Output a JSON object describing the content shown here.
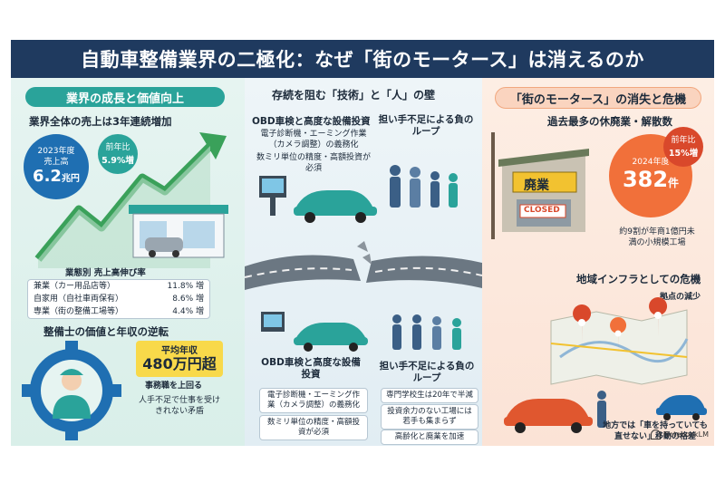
{
  "title": "自動車整備業界の二極化：なぜ「街のモータース」は消えるのか",
  "left": {
    "header": "業界の成長と価値向上",
    "subhead": "業界全体の売上は3年連続増加",
    "revenue": {
      "line1": "2023年度",
      "line2": "売上高",
      "value": "6.2",
      "unit": "兆円"
    },
    "yoy": {
      "line1": "前年比",
      "line2": "5.9%増"
    },
    "table_title": "業態別 売上高伸び率",
    "rows": [
      {
        "label": "兼業（カー用品店等）",
        "value": "11.8% 増"
      },
      {
        "label": "自家用（自社車両保有）",
        "value": "8.6% 増"
      },
      {
        "label": "専業（街の整備工場等）",
        "value": "4.4% 増"
      }
    ],
    "mechanic_head": "整備士の価値と年収の逆転",
    "salary": {
      "label": "平均年収",
      "value": "480万円超"
    },
    "salary_note": "事務職を上回る",
    "mismatch": "人手不足で仕事を受けきれない矛盾"
  },
  "middle": {
    "header": "存続を阻む「技術」と「人」の壁",
    "top_tech": {
      "title": "OBD車検と高度な設備投資",
      "line1": "電子診断機・エーミング作業（カメラ調整）の義務化",
      "line2": "数ミリ単位の精度・高額投資が必須"
    },
    "top_people": {
      "title": "担い手不足による負のループ"
    },
    "bottom_tech": {
      "title": "OBD車検と高度な設備投資",
      "box1": "電子診断機・エーミング作業（カメラ調整）の義務化",
      "box2": "数ミリ単位の精度・高額投資が必須"
    },
    "bottom_people": {
      "title": "担い手不足による負のループ",
      "box1": "専門学校生は20年で半減",
      "box2": "投資余力のない工場には若手も集まらず",
      "box3": "高齢化と廃業を加速"
    },
    "closed_sign": "CLOSED"
  },
  "right": {
    "header": "「街のモータース」の消失と危機",
    "subhead": "過去最多の休廃業・解散数",
    "count": {
      "year": "2024年度",
      "value": "382",
      "unit": "件"
    },
    "yoy": {
      "line1": "前年比",
      "line2": "15%増"
    },
    "note": "約9割が年商1億円未満の小規模工場",
    "shop_sign": "廃業",
    "infra_head": "地域インフラとしての危機",
    "bases": "拠点の減少",
    "gap": "地方では「車を持っていても直せない」移動の格差"
  },
  "watermark": "NotebookLM",
  "colors": {
    "navy": "#1f3a5f",
    "teal": "#2aa39a",
    "green": "#3aa15a",
    "orange": "#f1703a",
    "red": "#d9482b",
    "blue": "#1f6fb2",
    "gold": "#f2c230"
  }
}
